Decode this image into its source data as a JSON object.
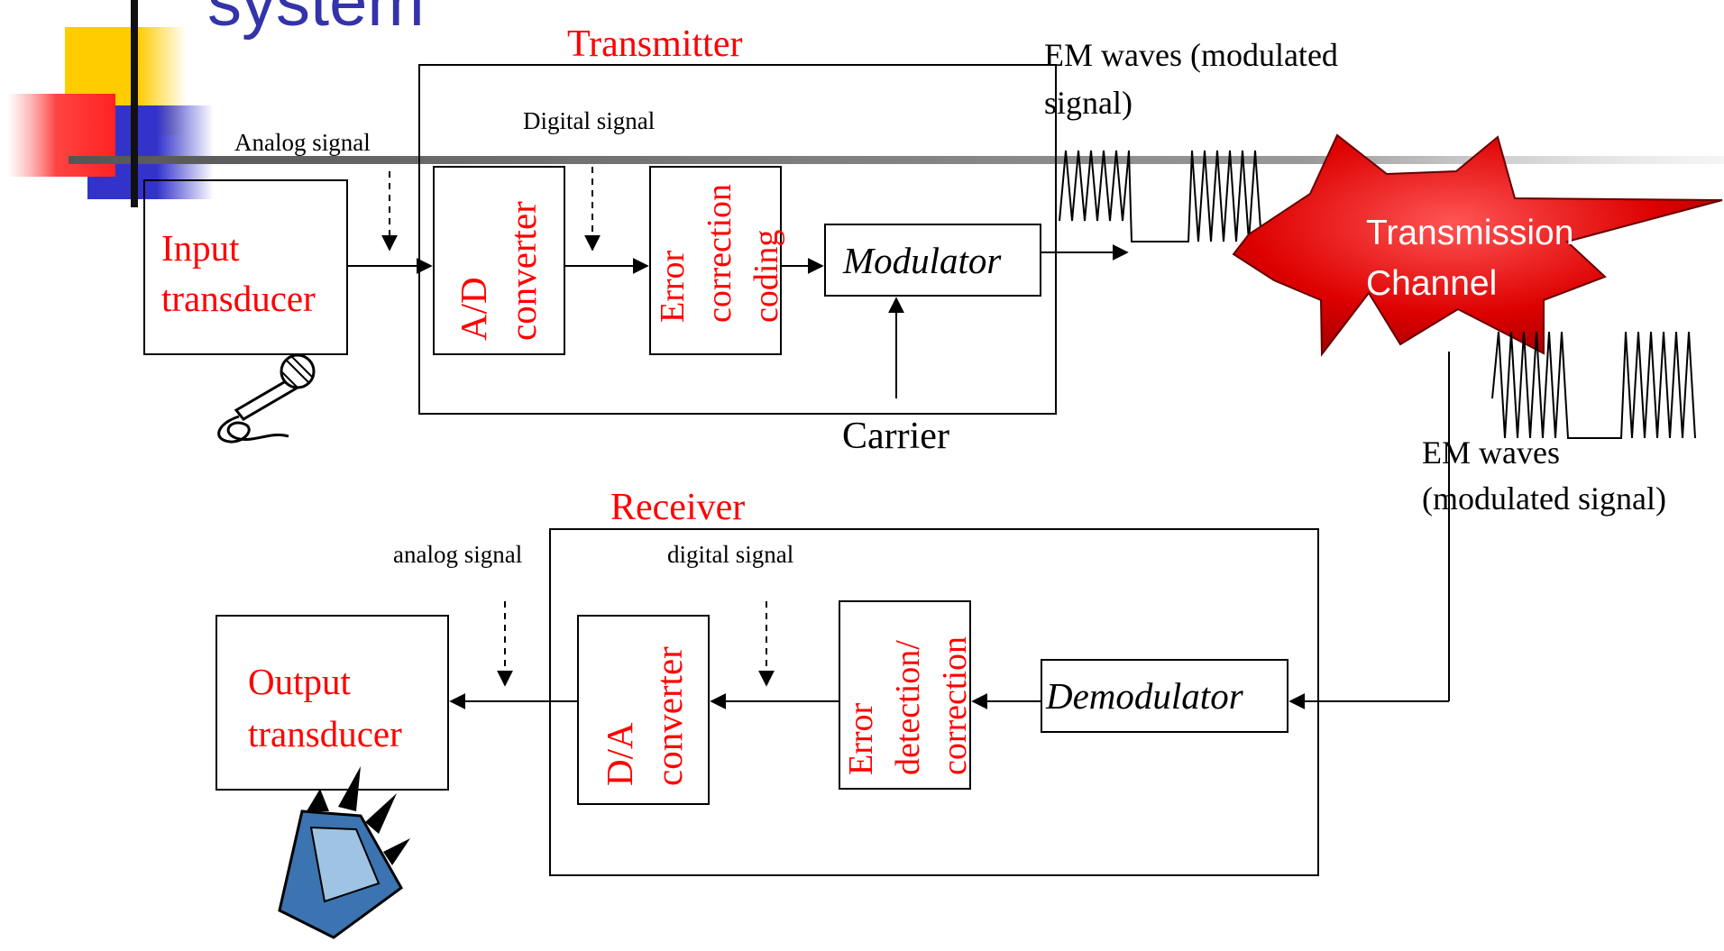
{
  "slide": {
    "title_fragment": "system",
    "title_color": "#3333aa",
    "accent_colors": {
      "yellow": "#ffcc00",
      "blue": "#3333cc",
      "red": "#ff3333"
    }
  },
  "transmitter": {
    "title": "Transmitter",
    "blocks": {
      "input_transducer": [
        "Input",
        "transducer"
      ],
      "ad_converter": [
        "A/D",
        "converter"
      ],
      "error_correction": [
        "Error",
        "correction",
        "coding"
      ],
      "modulator": "Modulator"
    },
    "labels": {
      "analog_signal": "Analog signal",
      "digital_signal": "Digital signal",
      "carrier": "Carrier",
      "em_waves": [
        "EM waves (modulated",
        "signal)"
      ]
    }
  },
  "channel": {
    "label": [
      "Transmission",
      "Channel"
    ],
    "em_waves": [
      "EM waves",
      "(modulated signal)"
    ]
  },
  "receiver": {
    "title": "Receiver",
    "blocks": {
      "output_transducer": [
        "Output",
        "transducer"
      ],
      "da_converter": [
        "D/A",
        "converter"
      ],
      "error_detection": [
        "Error",
        "detection/",
        "correction"
      ],
      "demodulator": "Demodulator"
    },
    "labels": {
      "analog_signal": "analog signal",
      "digital_signal": "digital signal"
    }
  },
  "colors": {
    "block_text": "#ff0000",
    "label_text": "#000000",
    "channel_fill": "#cc0000",
    "speaker_blue": "#3b74b0"
  },
  "icons": [
    "microphone-icon",
    "speaker-icon"
  ]
}
